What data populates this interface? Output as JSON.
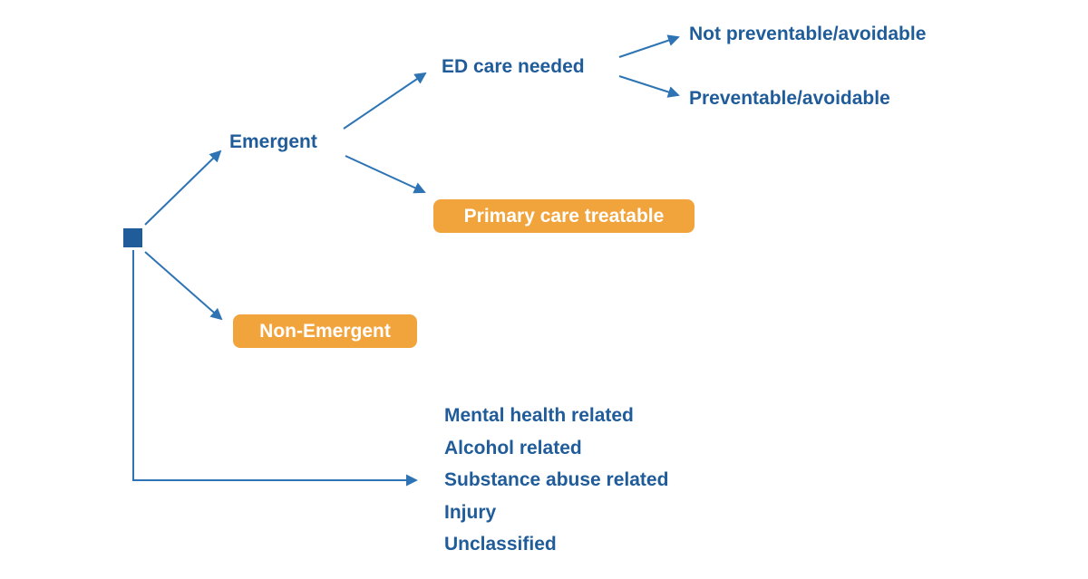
{
  "colors": {
    "text_blue": "#1f5c99",
    "arrow_blue": "#2e74b5",
    "box_orange": "#f2a43c",
    "box_text": "#ffffff"
  },
  "tree": {
    "emergent_label": "Emergent",
    "ed_care_needed_label": "ED care needed",
    "not_preventable_label": "Not preventable/avoidable",
    "preventable_label": "Preventable/avoidable",
    "primary_care_treatable_label": "Primary care treatable",
    "non_emergent_label": "Non-Emergent",
    "other_categories": [
      "Mental health related",
      "Alcohol related",
      "Substance abuse related",
      "Injury",
      "Unclassified"
    ]
  }
}
